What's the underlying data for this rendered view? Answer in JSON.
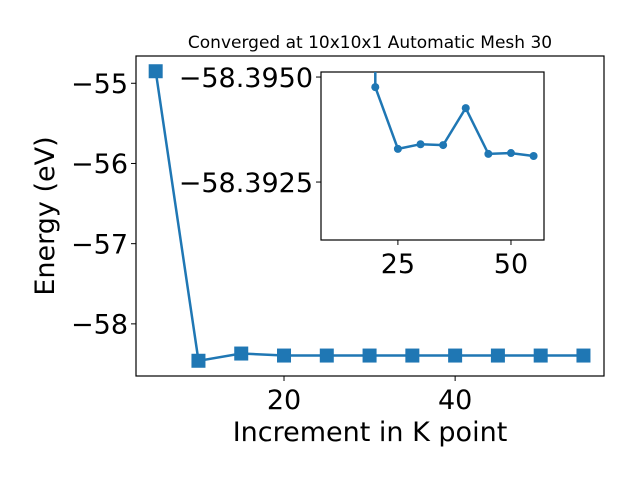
{
  "chart_data": [
    {
      "type": "line",
      "title": "Converged at 10x10x1 Automatic Mesh 30",
      "xlabel": "Increment in K point",
      "ylabel": "Energy (eV)",
      "xlim": [
        2.7,
        57.4
      ],
      "ylim": [
        -58.65,
        -54.66
      ],
      "xticks": [
        20,
        40
      ],
      "yticks": [
        -55,
        -56,
        -57,
        -58
      ],
      "ytick_labels": [
        "−55",
        "−56",
        "−57",
        "−58"
      ],
      "xtick_labels": [
        "20",
        "40"
      ],
      "marker": "square",
      "color": "#1f77b4",
      "x": [
        5,
        10,
        15,
        20,
        25,
        30,
        35,
        40,
        45,
        50,
        55
      ],
      "y": [
        -54.85,
        -58.46,
        -58.37,
        -58.395,
        -58.395,
        -58.395,
        -58.395,
        -58.395,
        -58.395,
        -58.395,
        -58.395
      ]
    },
    {
      "type": "line",
      "title": "inset",
      "xlim": [
        8,
        57.3
      ],
      "ylim": [
        -58.39112,
        -58.39512
      ],
      "xticks": [
        25,
        50
      ],
      "xtick_labels": [
        "25",
        "50"
      ],
      "yticks": [
        -58.395,
        -58.3925
      ],
      "ytick_labels": [
        "−58.3950",
        "−58.3925"
      ],
      "marker": "circle",
      "color": "#1f77b4",
      "x": [
        20,
        25,
        30,
        35,
        40,
        45,
        50,
        55
      ],
      "y": [
        -58.39476,
        -58.39329,
        -58.3934,
        -58.39338,
        -58.39426,
        -58.39317,
        -58.39319,
        -58.39312
      ]
    }
  ]
}
